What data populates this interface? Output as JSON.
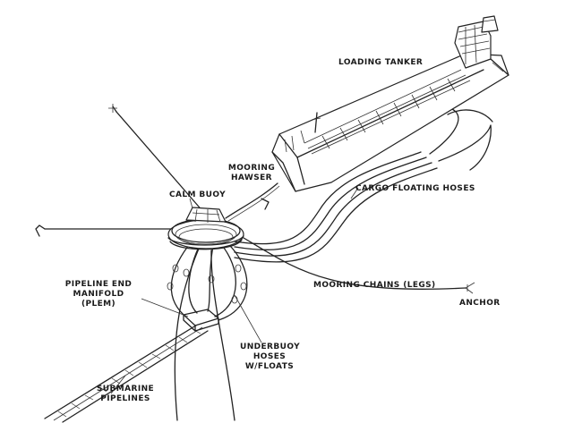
{
  "labels": {
    "loading_tanker": "LOADING TANKER",
    "mooring_hawser_1": "MOORING",
    "mooring_hawser_2": "HAWSER",
    "cargo_floating_hoses": "CARGO FLOATING HOSES",
    "calm_buoy": "CALM BUOY",
    "plem_1": "PIPELINE END",
    "plem_2": "MANIFOLD",
    "plem_3": "(PLEM)",
    "mooring_chains": "MOORING CHAINS (LEGS)",
    "anchor": "ANCHOR",
    "underbuoy_1": "UNDERBUOY",
    "underbuoy_2": "HOSES",
    "underbuoy_3": "W/FLOATS",
    "submarine_1": "SUBMARINE",
    "submarine_2": "PIPELINES"
  }
}
